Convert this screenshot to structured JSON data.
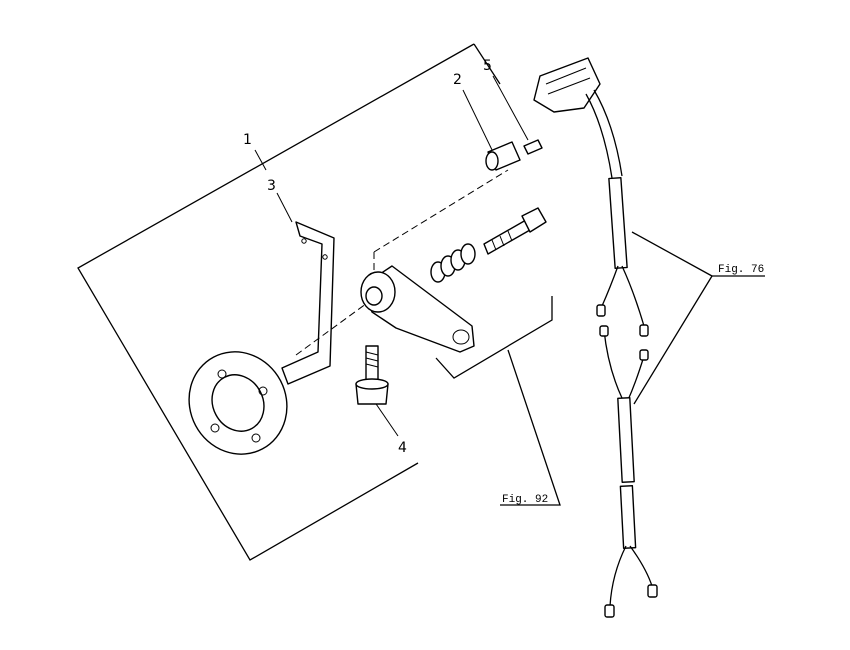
{
  "callouts": {
    "part_1": "1",
    "part_2": "2",
    "part_3": "3",
    "part_4": "4",
    "part_5": "5"
  },
  "figure_refs": {
    "fig_92": "Fig. 92",
    "fig_76": "Fig. 76"
  }
}
